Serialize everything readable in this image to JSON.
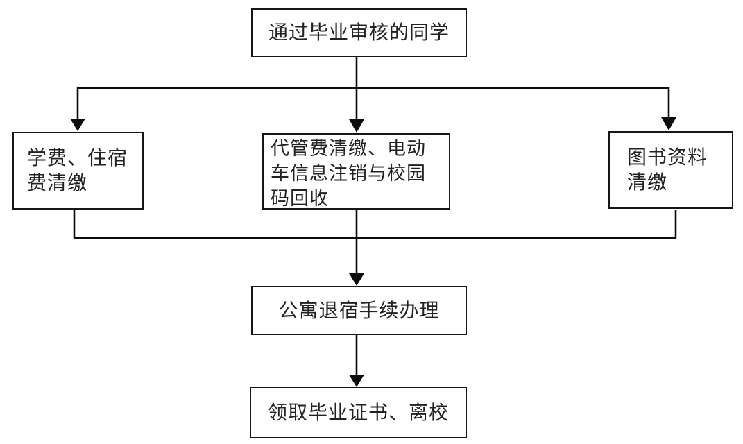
{
  "colors": {
    "background": "#ffffff",
    "line": "#0b0b0b",
    "box_border": "#161616",
    "text": "#222222"
  },
  "nodes": {
    "start": {
      "label": "通过毕业审核的同学"
    },
    "tuition": {
      "label": "学费、住宿费清缴"
    },
    "agency": {
      "label": "代管费清缴、电动车信息注销与校园码回收"
    },
    "library": {
      "label": "图书资料清缴"
    },
    "dorm": {
      "label": "公寓退宿手续办理"
    },
    "leave": {
      "label": "领取毕业证书、离校"
    }
  }
}
